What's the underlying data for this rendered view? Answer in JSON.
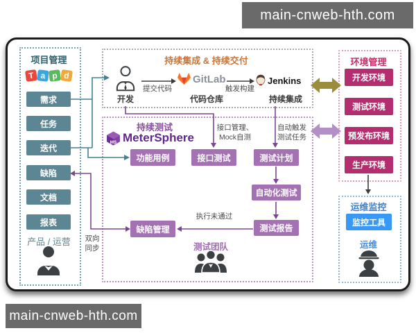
{
  "watermark": {
    "text": "main-cnweb-hth.com"
  },
  "colors": {
    "teal_button": "#5d8695",
    "teal_line": "#44808f",
    "teal_title": "#2e616f",
    "orange_title": "#c8763a",
    "purple_button": "#a471b2",
    "purple_line": "#7b4591",
    "purple_title": "#8a4f9e",
    "meter_brand": "#61258f",
    "crimson_button": "#b42e6f",
    "crimson_title": "#c13069",
    "blue_button": "#3898f5",
    "blue_title": "#4080c8",
    "olive_arrow": "#9c8c3e",
    "lilac_arrow": "#b28fc6",
    "gitlab_orange": "#fc6d26",
    "icon_dark": "#3c4043"
  },
  "project_panel": {
    "title": "项目管理",
    "logo_letters": [
      "T",
      "a",
      "p",
      "d"
    ],
    "items": [
      "需求",
      "任务",
      "迭代",
      "缺陷",
      "文档",
      "报表"
    ],
    "role": "产品 / 运营"
  },
  "ci_panel": {
    "title": "持续集成 & 持续交付",
    "dev": "开发",
    "commit": "提交代码",
    "gitlab": "GitLab",
    "repo": "代码仓库",
    "trigger": "触发构建",
    "jenkins": "Jenkins",
    "ci": "持续集成"
  },
  "test_panel": {
    "title": "持续测试",
    "brand": "MeterSphere",
    "brand_abbr": "MS",
    "func": "功能用例",
    "api": "接口测试",
    "plan": "测试计划",
    "auto": "自动化测试",
    "report": "测试报告",
    "defect": "缺陷管理",
    "api_note_1": "接口管理、",
    "api_note_2": "Mock自测",
    "trigger_note_1": "自动触发",
    "trigger_note_2": "测试任务",
    "fail_note": "执行未通过",
    "sync_1": "双向",
    "sync_2": "同步",
    "team": "测试团队"
  },
  "env_panel": {
    "title": "环境管理",
    "items": [
      "开发环境",
      "测试环境",
      "预发布环境",
      "生产环境"
    ]
  },
  "ops_panel": {
    "title": "运维监控",
    "tool": "监控工具",
    "role": "运维"
  }
}
